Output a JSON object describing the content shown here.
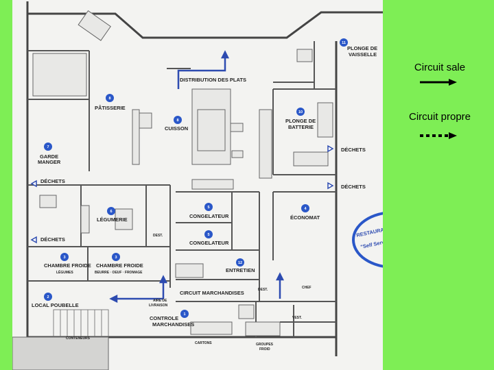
{
  "legend": {
    "dirty_label": "Circuit sale",
    "clean_label": "Circuit propre"
  },
  "plan": {
    "rooms": {
      "plonge_vaisselle": {
        "num": "11",
        "line1": "PLONGE DE",
        "line2": "VAISSELLE"
      },
      "distribution": "DISTRIBUTION DES PLATS",
      "patisserie": {
        "num": "8",
        "label": "PÂTISSERIE"
      },
      "cuisson": {
        "num": "8",
        "label": "CUISSON"
      },
      "plonge_batterie": {
        "num": "10",
        "line1": "PLONGE DE",
        "line2": "BATTERIE"
      },
      "garde_manger": {
        "num": "7",
        "line1": "GARDE",
        "line2": "MANGER"
      },
      "legumerie": {
        "num": "6",
        "label": "LÉGUMERIE"
      },
      "congelateur_1": {
        "num": "5",
        "label": "CONGELATEUR"
      },
      "congelateur_2": {
        "num": "5",
        "label": "CONGELATEUR"
      },
      "economat": {
        "num": "4",
        "label": "ÉCONOMAT"
      },
      "chambre_legumes": {
        "num": "3",
        "line1": "CHAMBRE FROIDE",
        "line2": "LÉGUMES"
      },
      "chambre_beurre": {
        "num": "3",
        "line1": "CHAMBRE FROIDE",
        "line2": "BEURRE · OEUF · FROMAGE"
      },
      "entretien": {
        "num": "12",
        "label": "ENTRETIEN"
      },
      "local_poubelle": {
        "num": "2",
        "label": "LOCAL POUBELLE"
      },
      "circuit_marchandises": "CIRCUIT MARCHANDISES",
      "controle": {
        "num": "1",
        "line1": "CONTROLE",
        "line2": "MARCHANDISES"
      },
      "aire_livraison": {
        "line1": "AIRE DE",
        "line2": "LIVRAISON"
      },
      "cartons": "CARTONS",
      "groupes": {
        "line1": "GROUPES",
        "line2": "FROID"
      },
      "conteneurs": "CONTENEURS",
      "dechets_1": "DÉCHETS",
      "dechets_2": "DÉCHETS",
      "dechets_3": "DÉCHETS",
      "dechets_4": "DÉCHETS",
      "restaurant": {
        "line1": "RESTAURA",
        "line2": "\"Self Serv"
      },
      "dest": "DEST.",
      "dest2": "DEST.",
      "chef": "CHEF",
      "vest": "VEST."
    },
    "colors": {
      "arrow": "#2d4bb0",
      "badge": "#2a57c8",
      "wall": "#444444"
    }
  }
}
